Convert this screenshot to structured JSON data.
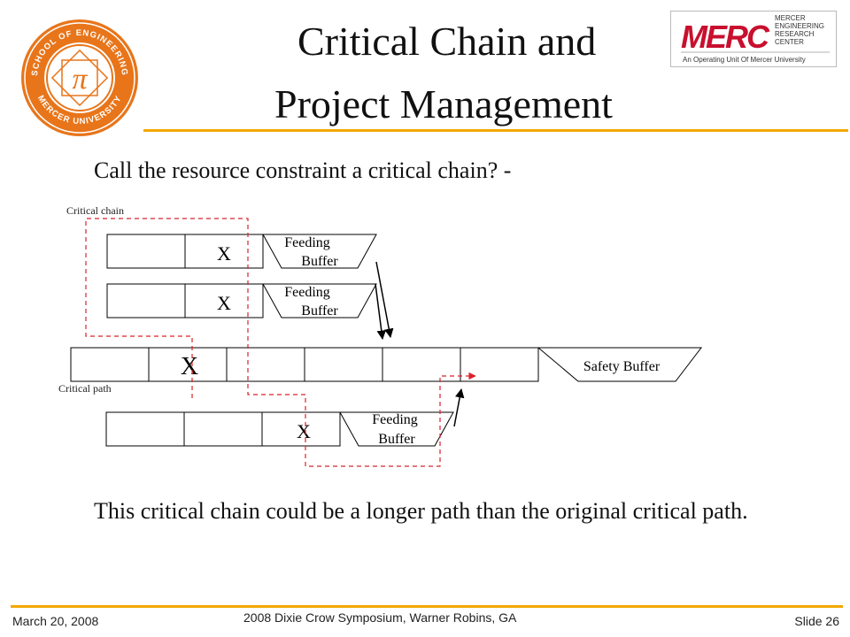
{
  "slide": {
    "title_line1": "Critical Chain and",
    "title_line2": "Project Management",
    "body_intro": "Call the resource constraint a critical chain? -",
    "body_conclusion": "This critical chain could be a longer path than the original critical path."
  },
  "diagram": {
    "label_critical_chain": "Critical chain",
    "label_critical_path": "Critical path",
    "task_mark": "X",
    "feeding_buffer_line1": "Feeding",
    "feeding_buffer_line2": "Buffer",
    "safety_buffer": "Safety Buffer"
  },
  "logo": {
    "merc_word": "MERC",
    "merc_line1": "MERCER",
    "merc_line2": "ENGINEERING",
    "merc_line3": "RESEARCH",
    "merc_line4": "CENTER",
    "merc_tagline": "An Operating Unit Of Mercer University",
    "seal_top": "SCHOOL OF ENGINEERING",
    "seal_bottom": "MERCER UNIVERSITY"
  },
  "footer": {
    "date": "March 20, 2008",
    "event": "2008 Dixie Crow Symposium, Warner Robins, GA",
    "slide_number": "Slide 26"
  },
  "colors": {
    "accent_rule": "#f2a700",
    "seal_orange": "#e8751a",
    "critical_chain_dashed": "#d8232a",
    "logo_red": "#c8102e"
  }
}
